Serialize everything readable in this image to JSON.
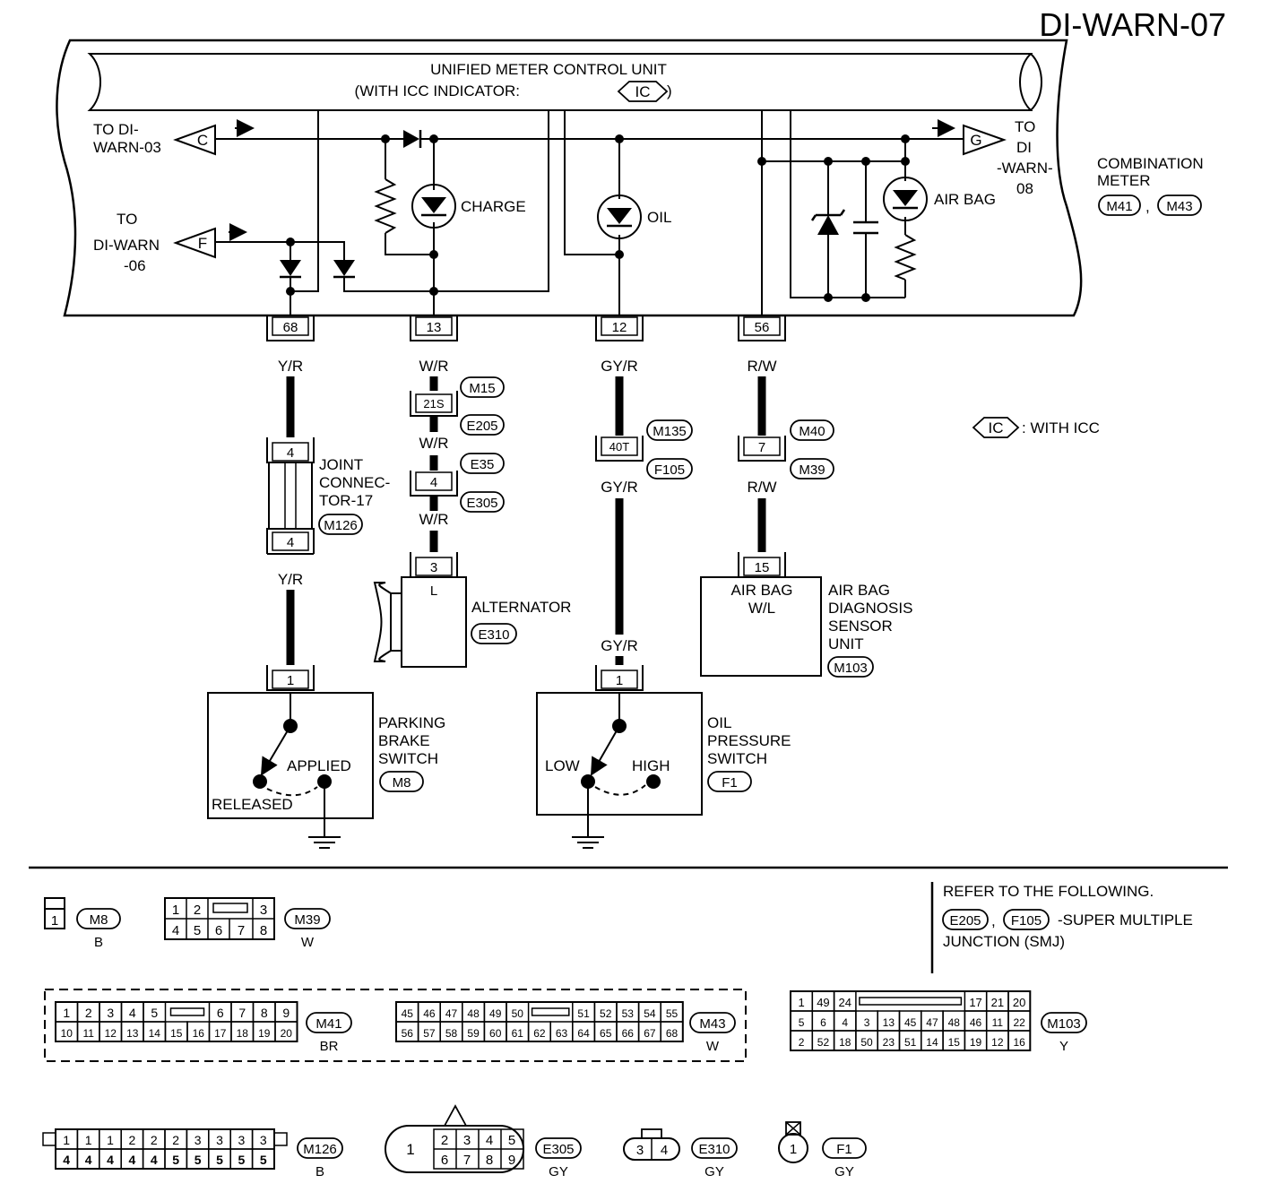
{
  "page_id": "DI-WARN-07",
  "unit": {
    "name_line1": "UNIFIED METER CONTROL UNIT",
    "name_line2": "(WITH ICC INDICATOR:",
    "name_tag": "IC",
    "name_close": ")"
  },
  "combination_meter": {
    "label_line1": "COMBINATION",
    "label_line2": "METER",
    "conn_a": "M41",
    "conn_sep": ",",
    "conn_b": "M43"
  },
  "refs": {
    "c": {
      "tag": "C",
      "line1": "TO DI-",
      "line2": "WARN-03"
    },
    "f": {
      "tag": "F",
      "line1": "TO",
      "line2": "DI-WARN",
      "line3": "-06"
    },
    "g": {
      "tag": "G",
      "line1": "TO",
      "line2": "DI",
      "line3": "-WARN-",
      "line4": "08"
    }
  },
  "lamps": {
    "charge": "CHARGE",
    "oil": "OIL",
    "airbag": "AIR BAG"
  },
  "wires": {
    "c1": {
      "pin_top": "68",
      "color_top": "Y/R",
      "joint_pin_top": "4",
      "joint_pin_bot": "4",
      "color_bot": "Y/R",
      "end_pin": "1"
    },
    "c2": {
      "pin_top": "13",
      "color_a": "W/R",
      "pin_21s": "21S",
      "conn_m15": "M15",
      "conn_e205": "E205",
      "color_b": "W/R",
      "pin_4": "4",
      "conn_e35": "E35",
      "conn_e305": "E305",
      "color_c": "W/R",
      "end_pin": "3"
    },
    "c3": {
      "pin_top": "12",
      "color_a": "GY/R",
      "pin_40t": "40T",
      "conn_m135": "M135",
      "conn_f105": "F105",
      "color_b": "GY/R",
      "color_c": "GY/R",
      "end_pin": "1"
    },
    "c4": {
      "pin_top": "56",
      "color_a": "R/W",
      "pin_7": "7",
      "conn_m40": "M40",
      "conn_m39": "M39",
      "color_b": "R/W",
      "end_pin": "15"
    }
  },
  "joint_connector": {
    "line1": "JOINT",
    "line2": "CONNEC-",
    "line3": "TOR-17",
    "conn": "M126"
  },
  "alternator": {
    "label": "ALTERNATOR",
    "terminal": "L",
    "conn": "E310"
  },
  "airbag_unit": {
    "inner1": "AIR BAG",
    "inner2": "W/L",
    "line1": "AIR BAG",
    "line2": "DIAGNOSIS",
    "line3": "SENSOR",
    "line4": "UNIT",
    "conn": "M103"
  },
  "parking_brake": {
    "line1": "PARKING",
    "line2": "BRAKE",
    "line3": "SWITCH",
    "conn": "M8",
    "applied": "APPLIED",
    "released": "RELEASED"
  },
  "oil_pressure": {
    "line1": "OIL",
    "line2": "PRESSURE",
    "line3": "SWITCH",
    "conn": "F1",
    "low": "LOW",
    "high": "HIGH"
  },
  "legend": {
    "tag": "IC",
    "text": ": WITH ICC"
  },
  "refer": {
    "line1": "REFER TO THE FOLLOWING.",
    "conn_a": "E205",
    "sep": ",",
    "conn_b": "F105",
    "text": "-SUPER MULTIPLE",
    "line3": "JUNCTION (SMJ)"
  },
  "connectors": {
    "m8": {
      "id": "M8",
      "color": "B",
      "pins": [
        "1"
      ]
    },
    "m39": {
      "id": "M39",
      "color": "W",
      "row1": [
        "1",
        "2",
        "",
        "3"
      ],
      "row2": [
        "4",
        "5",
        "6",
        "7",
        "8"
      ]
    },
    "m41": {
      "id": "M41",
      "color": "BR",
      "row1a": [
        "1",
        "2",
        "3",
        "4",
        "5"
      ],
      "row1b": [
        "6",
        "7",
        "8",
        "9"
      ],
      "row2": [
        "10",
        "11",
        "12",
        "13",
        "14",
        "15",
        "16",
        "17",
        "18",
        "19",
        "20"
      ]
    },
    "m43": {
      "id": "M43",
      "color": "W",
      "row1a": [
        "45",
        "46",
        "47",
        "48",
        "49",
        "50"
      ],
      "row1b": [
        "51",
        "52",
        "53",
        "54",
        "55"
      ],
      "row2": [
        "56",
        "57",
        "58",
        "59",
        "60",
        "61",
        "62",
        "63",
        "64",
        "65",
        "66",
        "67",
        "68"
      ]
    },
    "m103": {
      "id": "M103",
      "color": "Y",
      "row1a": [
        "1",
        "49",
        "24"
      ],
      "row1b": [
        "17",
        "21",
        "20"
      ],
      "row2": [
        "5",
        "6",
        "4",
        "3",
        "13",
        "45",
        "47",
        "48",
        "46",
        "11",
        "22"
      ],
      "row3": [
        "2",
        "52",
        "18",
        "50",
        "23",
        "51",
        "14",
        "15",
        "19",
        "12",
        "16"
      ]
    },
    "m126": {
      "id": "M126",
      "color": "B",
      "row1": [
        "1",
        "1",
        "1",
        "2",
        "2",
        "2",
        "3",
        "3",
        "3",
        "3"
      ],
      "row2": [
        "4",
        "4",
        "4",
        "4",
        "4",
        "5",
        "5",
        "5",
        "5",
        "5"
      ]
    },
    "e305": {
      "id": "E305",
      "color": "GY",
      "big": "1",
      "row1": [
        "2",
        "3",
        "4",
        "5"
      ],
      "row2": [
        "6",
        "7",
        "8",
        "9"
      ]
    },
    "e310": {
      "id": "E310",
      "color": "GY",
      "pins": [
        "3",
        "4"
      ]
    },
    "f1": {
      "id": "F1",
      "color": "GY",
      "pins": [
        "1"
      ]
    }
  }
}
